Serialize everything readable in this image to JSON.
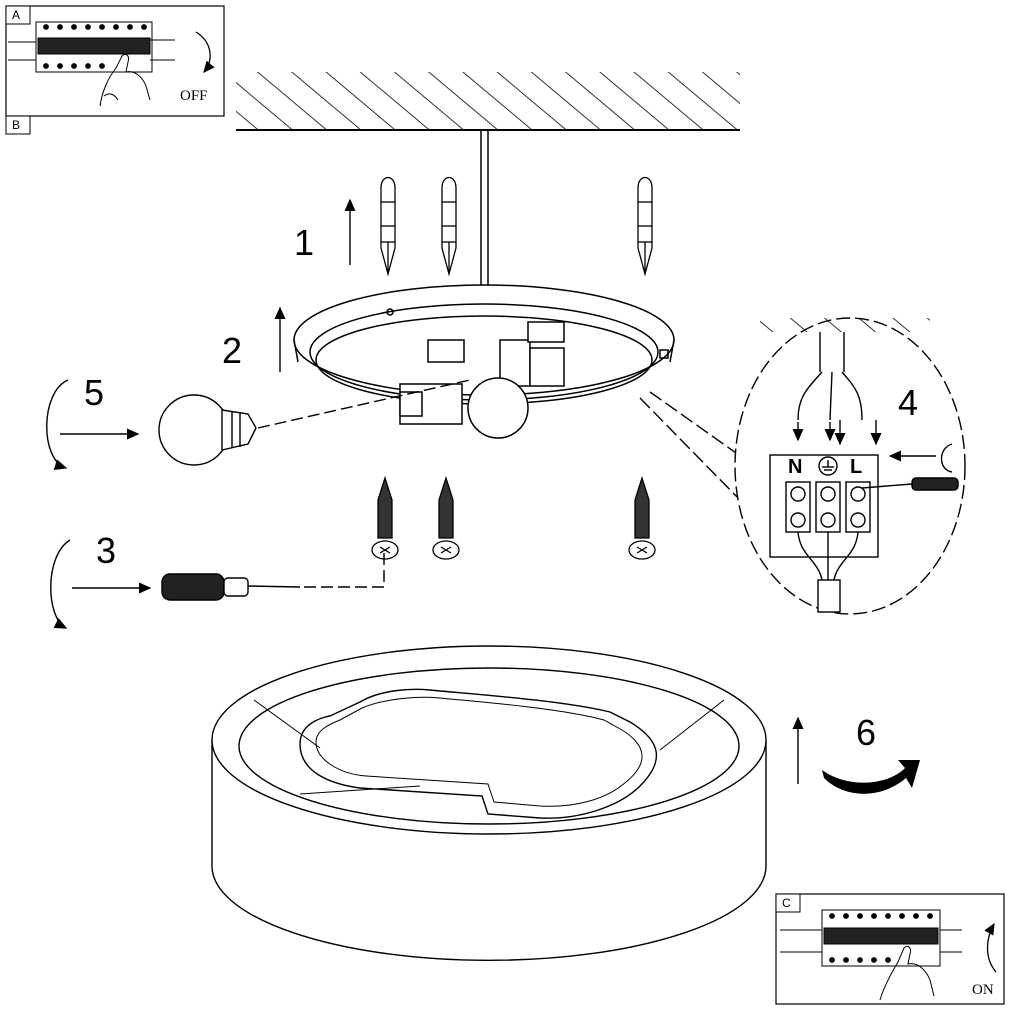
{
  "panels": {
    "a": {
      "letter": "A",
      "state": "OFF"
    },
    "b": {
      "letter": "B"
    },
    "c": {
      "letter": "C",
      "state": "ON"
    }
  },
  "steps": [
    "1",
    "2",
    "3",
    "4",
    "5",
    "6"
  ],
  "terminals": {
    "neutral": "N",
    "live": "L",
    "earth_icon": "earth-ground-icon"
  }
}
